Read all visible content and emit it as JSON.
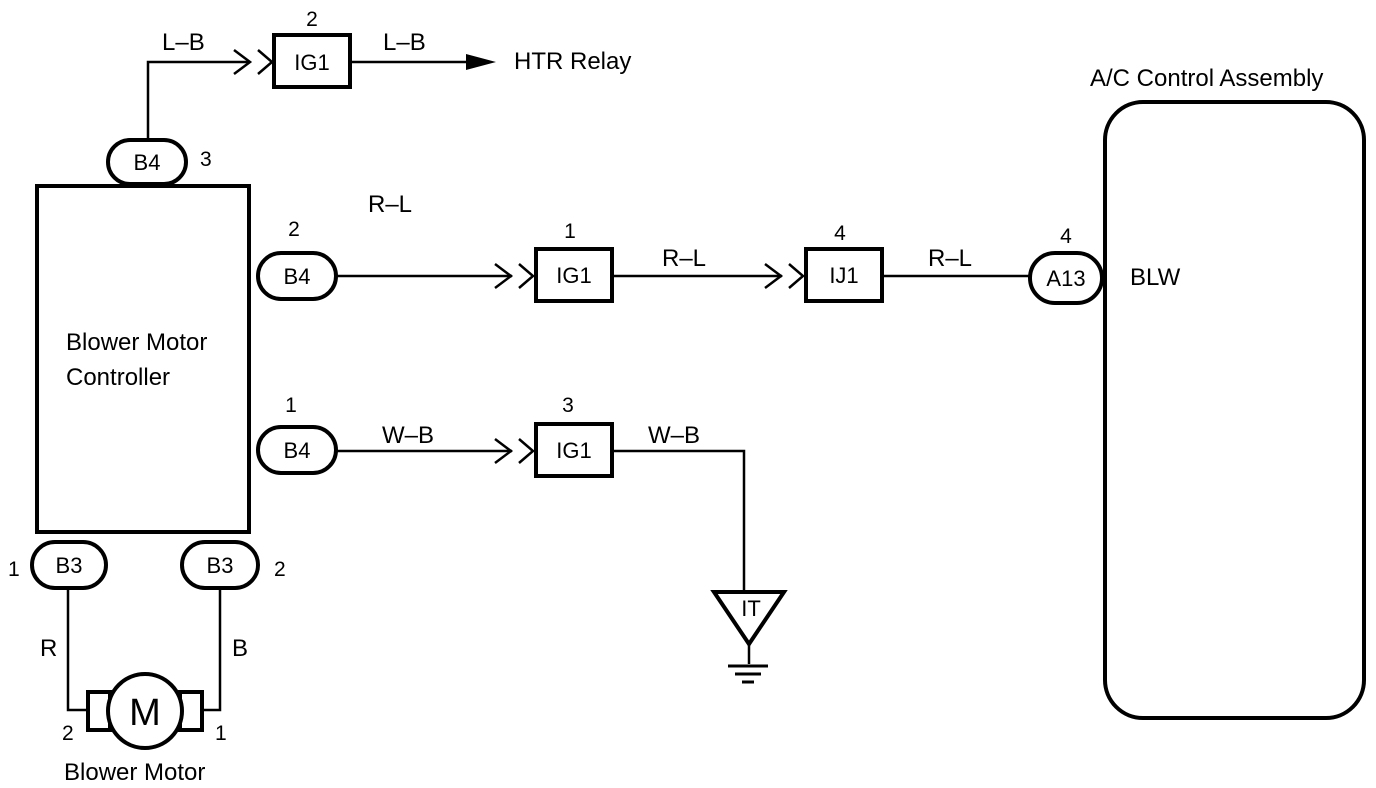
{
  "components": {
    "controller": "Blower Motor",
    "controller_line2": "Controller",
    "motor": "Blower Motor",
    "motor_symbol": "M",
    "ac_assembly": "A/C Control Assembly",
    "htr_relay": "HTR Relay",
    "ground_connector": "IT"
  },
  "connectors": {
    "b4_top": {
      "name": "B4",
      "pin": "3"
    },
    "b4_mid": {
      "name": "B4",
      "pin": "2"
    },
    "b4_low": {
      "name": "B4",
      "pin": "1"
    },
    "b3_left": {
      "name": "B3",
      "pin": "1"
    },
    "b3_right": {
      "name": "B3",
      "pin": "2"
    },
    "ig1_top": {
      "name": "IG1",
      "pin": "2"
    },
    "ig1_mid": {
      "name": "IG1",
      "pin": "1"
    },
    "ig1_low": {
      "name": "IG1",
      "pin": "3"
    },
    "ij1": {
      "name": "IJ1",
      "pin": "4"
    },
    "a13": {
      "name": "A13",
      "pin": "4"
    },
    "motor_left_pin": "2",
    "motor_right_pin": "1"
  },
  "wires": {
    "top_in": "L–B",
    "top_out": "L–B",
    "rl_header": "R–L",
    "rl_mid1": "R–L",
    "rl_mid2": "R–L",
    "wb_in": "W–B",
    "wb_out": "W–B",
    "r": "R",
    "b": "B"
  },
  "terminals": {
    "blw": "BLW"
  }
}
